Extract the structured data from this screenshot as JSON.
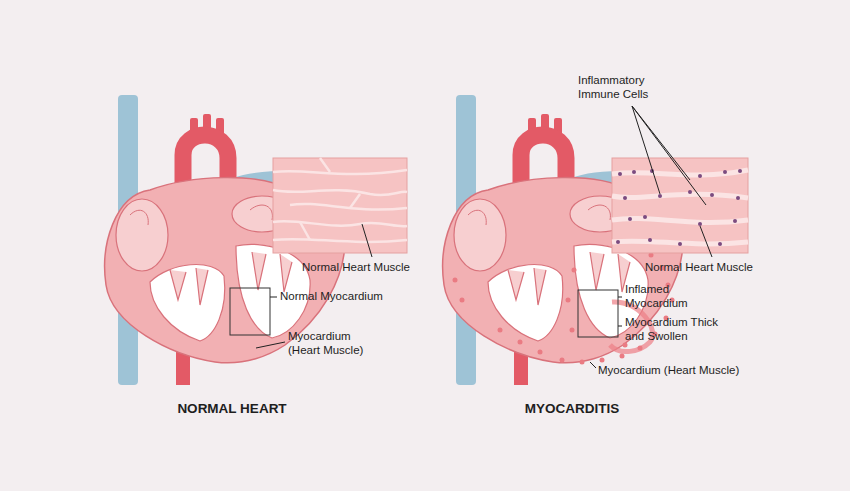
{
  "diagram": {
    "labels": [
      "Normal Heart Muscle",
      "Normal Myocardium",
      "Myocardium (Heart Muscle)",
      "NORMAL HEART",
      "Inflammatory Immune Cells",
      "Normal Heart Muscle",
      "Inflamed Myocardium",
      "Myocardium Thick and Swollen",
      "Myocardium (Heart Muscle)",
      "MYOCARDITIS"
    ]
  }
}
